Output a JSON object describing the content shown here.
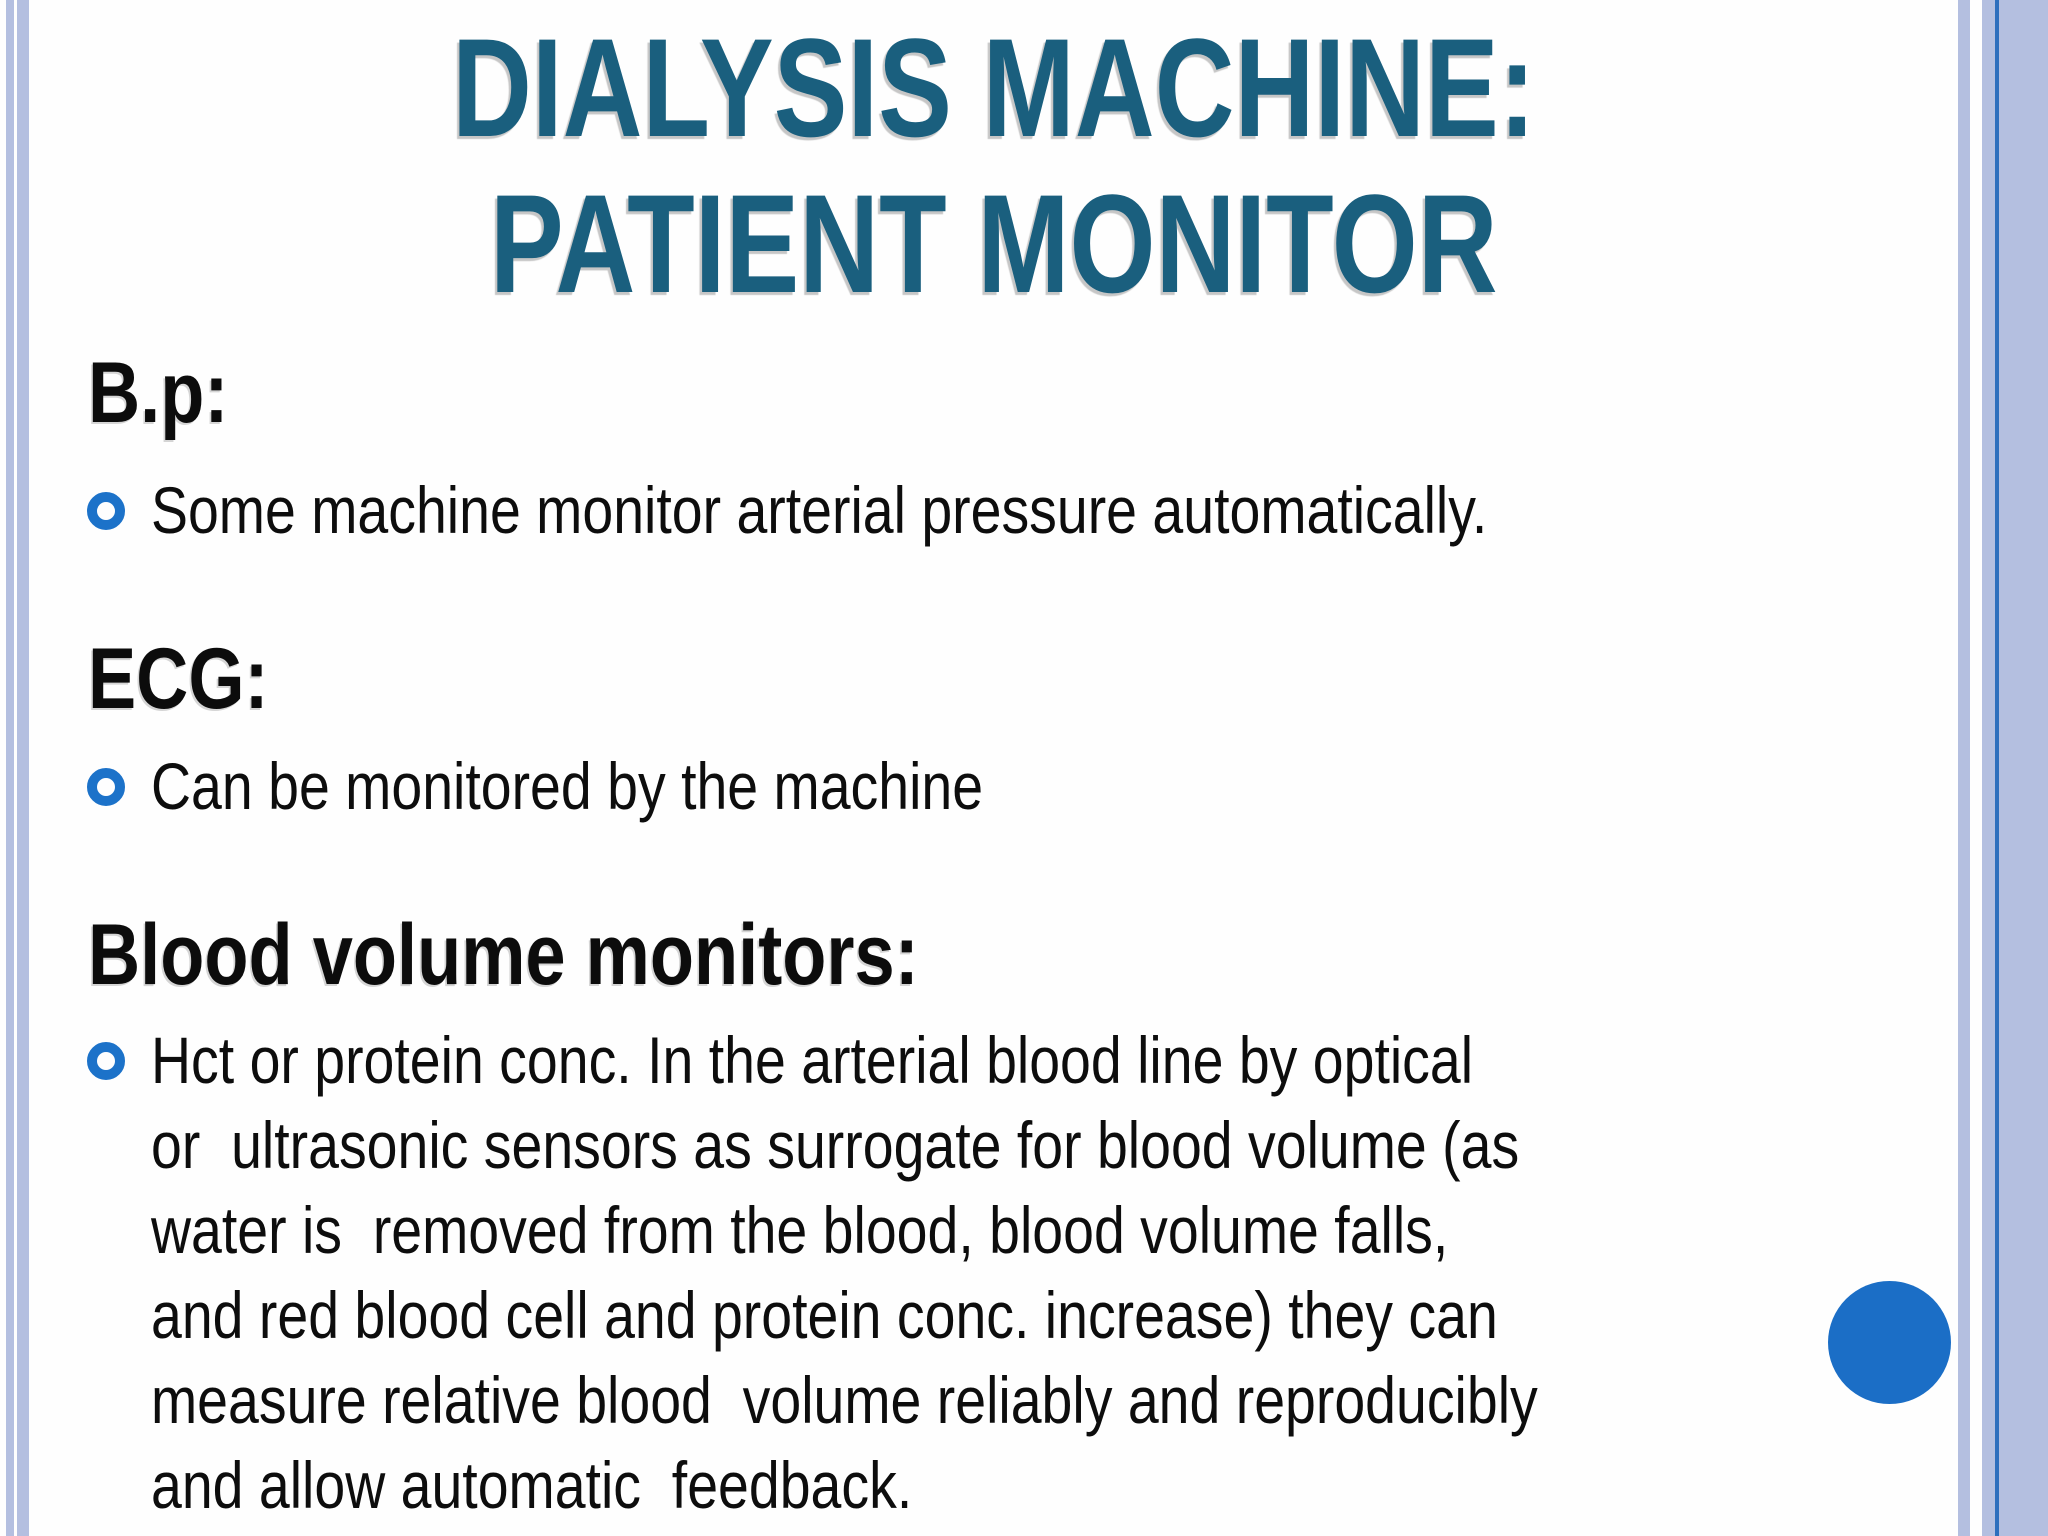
{
  "slide": {
    "title_line1": "DIALYSIS MACHINE:",
    "title_line2": "PATIENT MONITOR",
    "sections": [
      {
        "heading": "B.p:",
        "bullet": "Some machine monitor arterial pressure automatically."
      },
      {
        "heading": "ECG:",
        "bullet": "Can be monitored by the machine"
      },
      {
        "heading": "Blood volume monitors:",
        "lines": [
          "Hct or protein conc. In the arterial blood line by optical",
          "or  ultrasonic sensors as surrogate for blood volume (as",
          "water is  removed from the blood, blood volume falls,",
          "and red blood cell and protein conc. increase) they can",
          "measure relative blood  volume reliably and reproducibly",
          "and allow automatic  feedback."
        ]
      }
    ],
    "colors": {
      "title-teal": "#1a5f7e",
      "bullet-blue": "#1c72c9",
      "circle-blue": "#1b6ec6",
      "border-blue": "#b4bfe0",
      "rule-blue": "#2e6fbd"
    }
  }
}
